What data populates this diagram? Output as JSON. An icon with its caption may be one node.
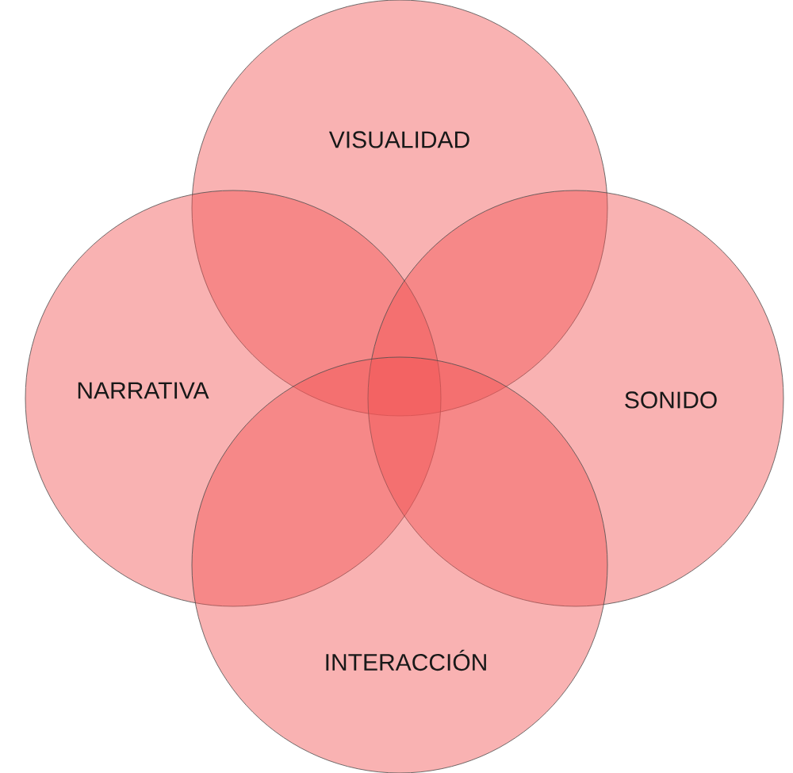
{
  "diagram": {
    "nodes": [
      {
        "text": [
          "VISUALIDAD"
        ]
      },
      {
        "text": [
          "NARRATIVA"
        ]
      },
      {
        "text": [
          "SONIDO"
        ]
      },
      {
        "text": [
          "INTERACCIÓN"
        ]
      }
    ]
  }
}
